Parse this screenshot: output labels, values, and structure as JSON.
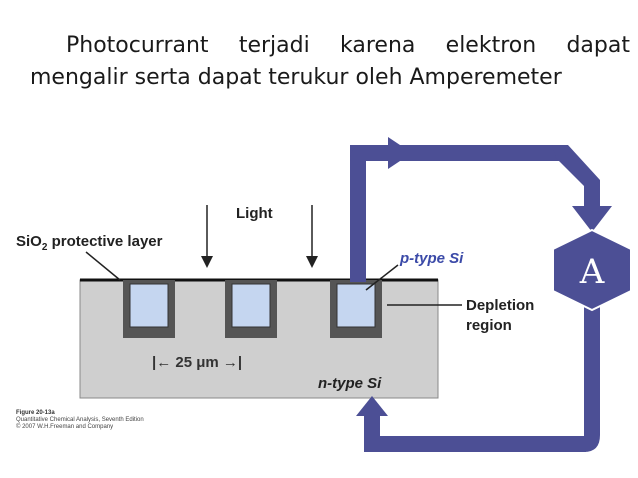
{
  "caption": {
    "line1": "Photocurrant terjadi karena elektron dapat",
    "line2": "mengalir serta dapat terukur oleh Amperemeter"
  },
  "diagram": {
    "light_label": "Light",
    "sio2_prefix": "SiO",
    "sio2_sub": "2",
    "sio2_suffix": " protective layer",
    "p_type_label": "p-type Si",
    "depletion_line1": "Depletion",
    "depletion_line2": "region",
    "dimension_label": "|← 25 μm →|",
    "n_type_label": "n-type Si",
    "ammeter_letter": "A",
    "figure_credit": [
      "Figure 20-13a",
      "Quantitative Chemical Analysis, Seventh Edition",
      "© 2007 W.H.Freeman and Company"
    ]
  },
  "colors": {
    "wire": "#4c4f95",
    "wire_dark": "#3a3c78",
    "substrate": "#cfcfcf",
    "p_region": "#c5d6f0",
    "ammeter": "#4c4f95"
  }
}
